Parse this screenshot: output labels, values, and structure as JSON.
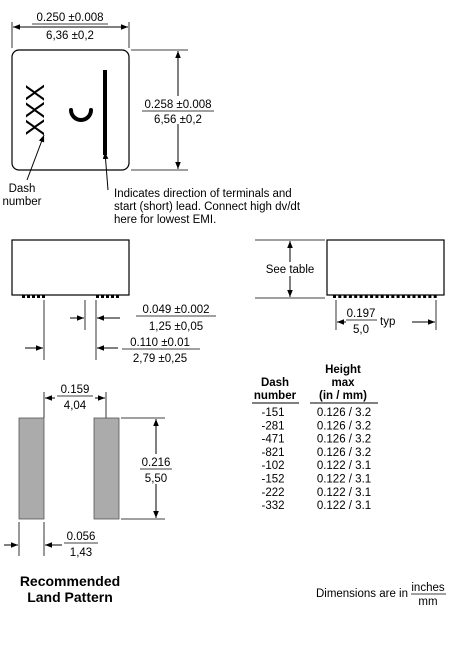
{
  "top_view": {
    "width_in": "0.250 ±0.008",
    "width_mm": "6,36 ±0,2",
    "height_in": "0.258 ±0.008",
    "height_mm": "6,56 ±0,2",
    "marking_text": "XXX",
    "marking_glyph": "c",
    "dash_label_line1": "Dash",
    "dash_label_line2": "number",
    "note_line1": "Indicates direction of terminals and",
    "note_line2": "start (short) lead. Connect high dv/dt",
    "note_line3": "here for lowest EMI."
  },
  "side_view": {
    "term_in": "0.049 ±0.002",
    "term_mm": "1,25 ±0,05",
    "span_in": "0.110 ±0.01",
    "span_mm": "2,79 ±0,25",
    "see_table": "See table",
    "pitch_in": "0.197",
    "pitch_mm": "5,0",
    "pitch_suffix": "typ"
  },
  "land_pattern": {
    "gap_in": "0.159",
    "gap_mm": "4,04",
    "height_in": "0.216",
    "height_mm": "5,50",
    "width_in": "0.056",
    "width_mm": "1,43",
    "title_line1": "Recommended",
    "title_line2": "Land Pattern"
  },
  "table": {
    "header_col1_line1": "Dash",
    "header_col1_line2": "number",
    "header_col2_line1": "Height",
    "header_col2_line2": "max",
    "header_col2_line3": "(in / mm)",
    "rows": [
      {
        "dash": "-151",
        "height": "0.126 / 3.2"
      },
      {
        "dash": "-281",
        "height": "0.126 / 3.2"
      },
      {
        "dash": "-471",
        "height": "0.126 / 3.2"
      },
      {
        "dash": "-821",
        "height": "0.126 / 3.2"
      },
      {
        "dash": "-102",
        "height": "0.122 / 3.1"
      },
      {
        "dash": "-152",
        "height": "0.122 / 3.1"
      },
      {
        "dash": "-222",
        "height": "0.122 / 3.1"
      },
      {
        "dash": "-332",
        "height": "0.122 / 3.1"
      }
    ]
  },
  "footer": {
    "dimensions_prefix": "Dimensions are in",
    "unit_top": "inches",
    "unit_bottom": "mm"
  }
}
